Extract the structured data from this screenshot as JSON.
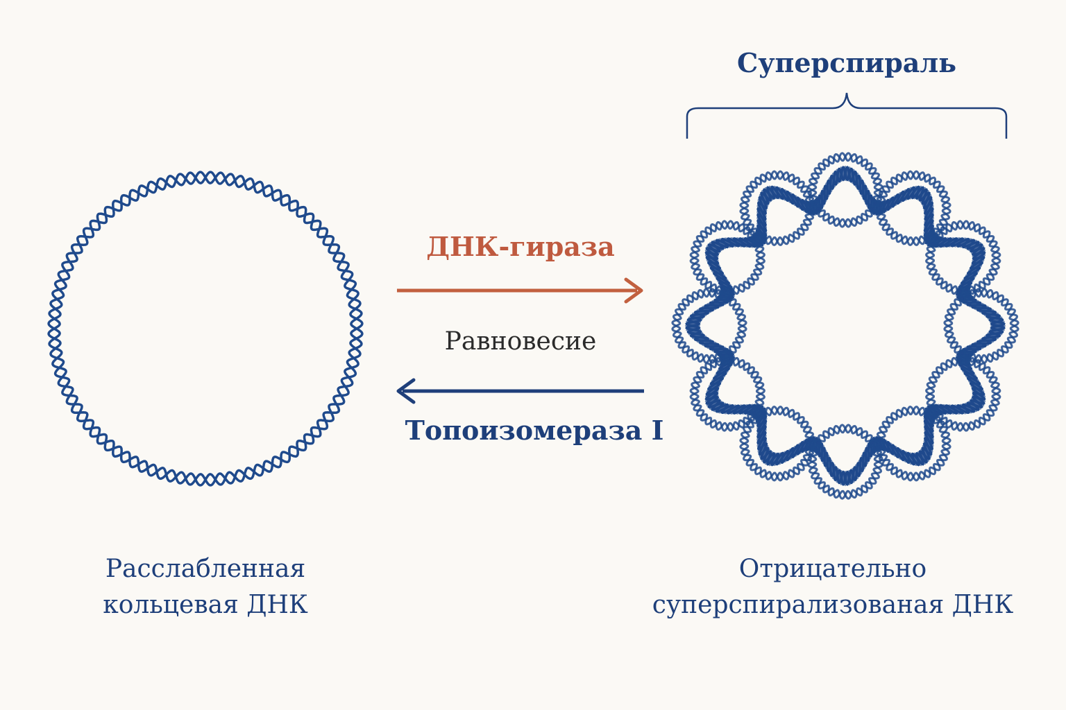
{
  "labels": {
    "supercoil": "Суперспираль",
    "gyrase": "ДНК-гираза",
    "equilibrium": "Равновесие",
    "topoisomerase": "Топоизомераза I",
    "relaxed_line1": "Расслабленная",
    "relaxed_line2": "кольцевая ДНК",
    "negative_line1": "Отрицательно",
    "negative_line2": "суперспирализованая ДНК"
  },
  "colors": {
    "dna_strand": "#1f4a8c",
    "gyrase_arrow": "#c2603f",
    "topoisomerase_arrow": "#1f3f7a",
    "navy_text": "#1e3f7a"
  }
}
